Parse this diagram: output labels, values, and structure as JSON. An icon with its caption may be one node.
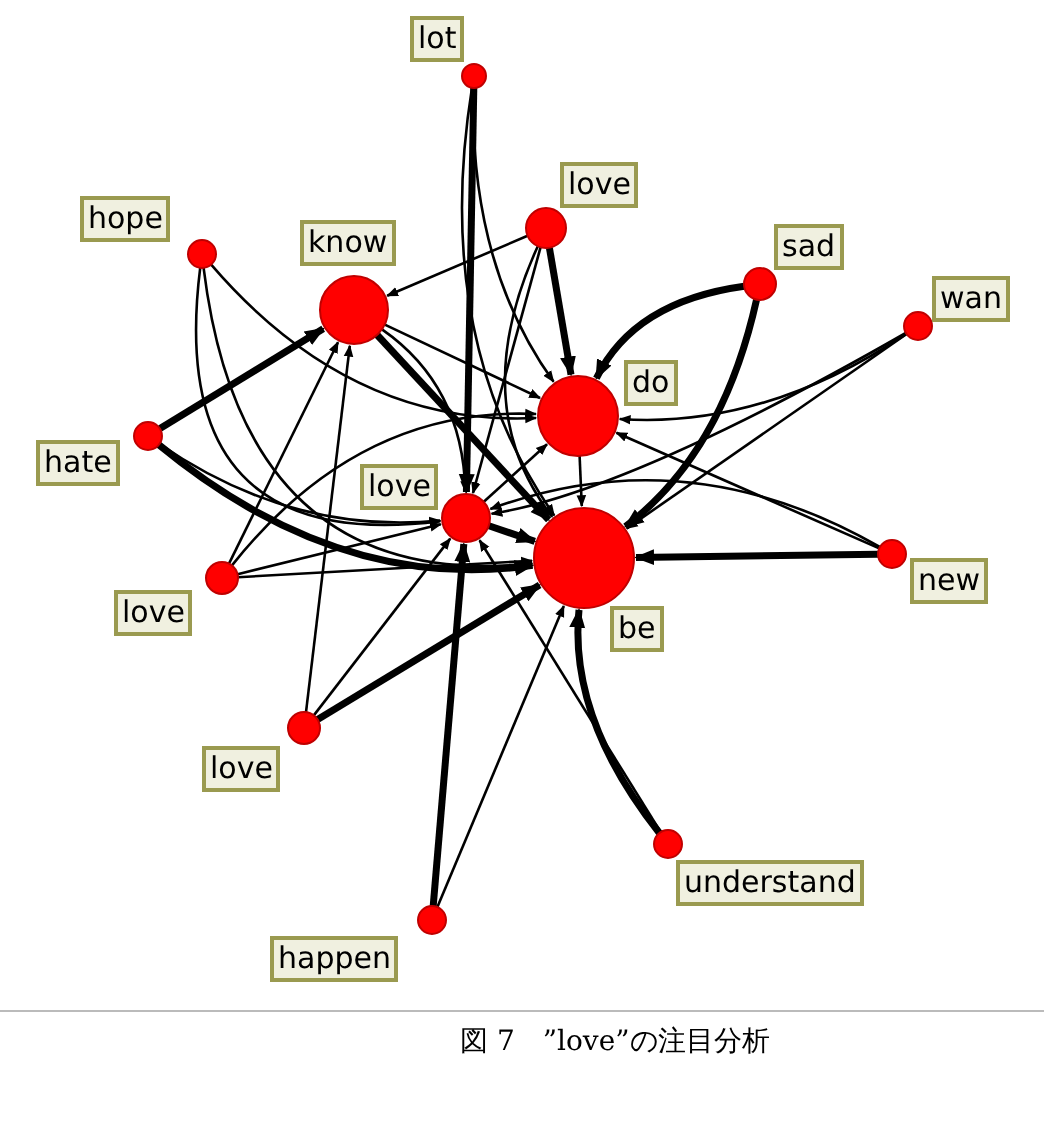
{
  "diagram": {
    "caption": "図 7　”love”の注目分析",
    "nodes": [
      {
        "text": [
          "lot"
        ]
      },
      {
        "text": [
          "hope"
        ]
      },
      {
        "text": [
          "know"
        ]
      },
      {
        "text": [
          "love"
        ]
      },
      {
        "text": [
          "sad"
        ]
      },
      {
        "text": [
          "wan"
        ]
      },
      {
        "text": [
          "do"
        ]
      },
      {
        "text": [
          "hate"
        ]
      },
      {
        "text": [
          "love"
        ]
      },
      {
        "text": [
          "be"
        ]
      },
      {
        "text": [
          "love"
        ]
      },
      {
        "text": [
          "new"
        ]
      },
      {
        "text": [
          "love"
        ]
      },
      {
        "text": [
          "understand"
        ]
      },
      {
        "text": [
          "happen"
        ]
      }
    ],
    "edges": [
      {
        "from": 0,
        "to": 9,
        "arrow": "to"
      },
      {
        "from": 0,
        "to": 6,
        "arrow": "to"
      },
      {
        "from": 0,
        "to": 8,
        "arrow": "to",
        "style": "thick"
      },
      {
        "from": 1,
        "to": 9,
        "arrow": "to"
      },
      {
        "from": 1,
        "to": 6,
        "arrow": "to"
      },
      {
        "from": 1,
        "to": 8,
        "arrow": "to"
      },
      {
        "from": 2,
        "to": 9,
        "arrow": "to",
        "style": "thick"
      },
      {
        "from": 2,
        "to": 6,
        "arrow": "to"
      },
      {
        "from": 2,
        "to": 8,
        "arrow": "to"
      },
      {
        "from": 3,
        "to": 6,
        "arrow": "to",
        "style": "thick"
      },
      {
        "from": 3,
        "to": 9,
        "arrow": "to"
      },
      {
        "from": 3,
        "to": 2,
        "arrow": "to"
      },
      {
        "from": 3,
        "to": 8,
        "arrow": "to"
      },
      {
        "from": 4,
        "to": 6,
        "arrow": "to",
        "style": "thick"
      },
      {
        "from": 4,
        "to": 9,
        "arrow": "to",
        "style": "thick"
      },
      {
        "from": 5,
        "to": 6,
        "arrow": "to"
      },
      {
        "from": 5,
        "to": 9,
        "arrow": "to"
      },
      {
        "from": 5,
        "to": 8,
        "arrow": "to"
      },
      {
        "from": 6,
        "to": 9,
        "arrow": "to"
      },
      {
        "from": 7,
        "to": 2,
        "arrow": "to",
        "style": "thick"
      },
      {
        "from": 7,
        "to": 9,
        "arrow": "to",
        "style": "thick"
      },
      {
        "from": 7,
        "to": 8,
        "arrow": "to"
      },
      {
        "from": 10,
        "to": 8,
        "arrow": "to"
      },
      {
        "from": 10,
        "to": 9,
        "arrow": "to"
      },
      {
        "from": 10,
        "to": 2,
        "arrow": "to"
      },
      {
        "from": 10,
        "to": 6,
        "arrow": "to"
      },
      {
        "from": 8,
        "to": 9,
        "arrow": "to",
        "style": "thick"
      },
      {
        "from": 8,
        "to": 6,
        "arrow": "to"
      },
      {
        "from": 11,
        "to": 9,
        "arrow": "to",
        "style": "thick"
      },
      {
        "from": 11,
        "to": 6,
        "arrow": "to"
      },
      {
        "from": 11,
        "to": 8,
        "arrow": "to"
      },
      {
        "from": 12,
        "to": 8,
        "arrow": "to"
      },
      {
        "from": 12,
        "to": 9,
        "arrow": "to",
        "style": "thick"
      },
      {
        "from": 12,
        "to": 2,
        "arrow": "to"
      },
      {
        "from": 13,
        "to": 9,
        "arrow": "to",
        "style": "thick"
      },
      {
        "from": 13,
        "to": 8,
        "arrow": "to"
      },
      {
        "from": 14,
        "to": 8,
        "arrow": "to",
        "style": "thick"
      },
      {
        "from": 14,
        "to": 9,
        "arrow": "to"
      }
    ]
  }
}
